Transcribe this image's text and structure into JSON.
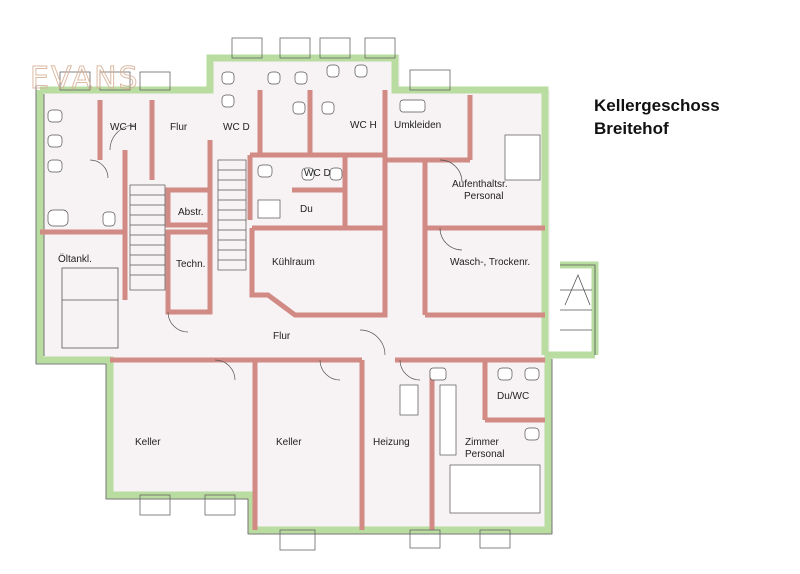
{
  "title": {
    "line1": "Kellergeschoss",
    "line2": "Breitehof"
  },
  "watermark": "EVANS",
  "colors": {
    "outer_wall": "#b9dca0",
    "inner_wall": "#d28a84",
    "floor": "#f7f2f4",
    "line": "#444444"
  },
  "rooms": {
    "wc_h_1": "WC H",
    "flur_top": "Flur",
    "wc_d_1": "WC D",
    "wc_h_2": "WC H",
    "umkleiden": "Umkleiden",
    "wc_d_2": "WC D",
    "du_1": "Du",
    "aufenthalt_1": "Aufenthaltsr.",
    "aufenthalt_2": "Personal",
    "abstr": "Abstr.",
    "oeltank": "Öltankl.",
    "techn": "Techn.",
    "kuehlraum": "Kühlraum",
    "wasch": "Wasch-, Trockenr.",
    "flur_main": "Flur",
    "keller_1": "Keller",
    "keller_2": "Keller",
    "heizung": "Heizung",
    "du_wc": "Du/WC",
    "zimmer_1": "Zimmer",
    "zimmer_2": "Personal"
  }
}
